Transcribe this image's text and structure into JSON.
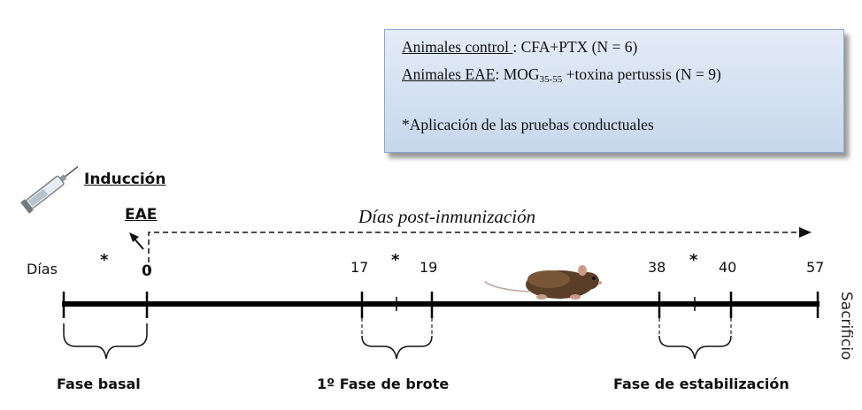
{
  "legend": {
    "control_label": "Animales control ",
    "control_rest": ": CFA+PTX (N = 6)",
    "eae_label": "Animales EAE",
    "eae_mid": ": MOG",
    "eae_sub": "35-55",
    "eae_rest": " +toxina pertussis (N = 9)",
    "note": "*Aplicación de las pruebas conductuales"
  },
  "induction": {
    "line1": "Inducción",
    "line2": "EAE"
  },
  "dpi_label": "Días post-inmunización",
  "dias_label": "Días",
  "star": "*",
  "ticks": [
    "0",
    "17",
    "19",
    "38",
    "40",
    "57"
  ],
  "sacrificio": "Sacrificio",
  "phases": [
    "Fase basal",
    "1º Fase de brote",
    "Fase de estabilización"
  ],
  "icons": [
    "syringe-icon",
    "mouse-icon"
  ]
}
